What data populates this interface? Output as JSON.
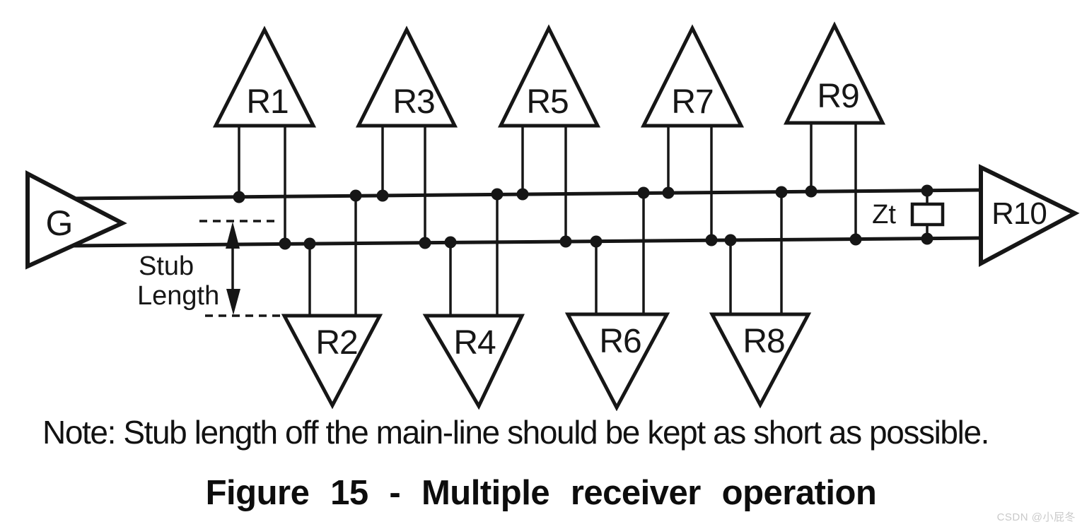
{
  "figure": {
    "note": "Note: Stub length off the main-line should be kept as short as possible.",
    "caption": "Figure 15 - Multiple receiver operation",
    "watermark": "CSDN @小屁冬"
  },
  "diagram": {
    "generator": "G",
    "end_receiver": "R10",
    "termination": "Zt",
    "stub_line1": "Stub",
    "stub_line2": "Length",
    "receivers_top": [
      "R1",
      "R3",
      "R5",
      "R7",
      "R9"
    ],
    "receivers_bottom": [
      "R2",
      "R4",
      "R6",
      "R8"
    ],
    "ink_color": "#161616",
    "watermark_color": "#c9c9c9"
  }
}
